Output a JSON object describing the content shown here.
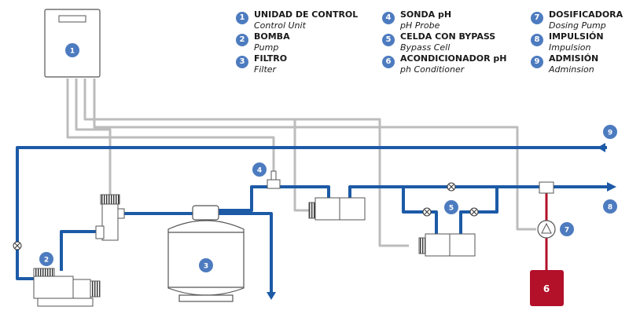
{
  "legend": {
    "col1": [
      {
        "num": "1",
        "title": "UNIDAD DE CONTROL",
        "subtitle": "Control Unit"
      },
      {
        "num": "2",
        "title": "BOMBA",
        "subtitle": "Pump"
      },
      {
        "num": "3",
        "title": "FILTRO",
        "subtitle": "Filter"
      }
    ],
    "col2": [
      {
        "num": "4",
        "title": "SONDA pH",
        "subtitle": "pH Probe"
      },
      {
        "num": "5",
        "title": "CELDA CON BYPASS",
        "subtitle": "Bypass Cell"
      },
      {
        "num": "6",
        "title": "ACONDICIONADOR pH",
        "subtitle": "ph Conditioner"
      }
    ],
    "col3": [
      {
        "num": "7",
        "title": "DOSIFICADORA",
        "subtitle": "Dosing Pump"
      },
      {
        "num": "8",
        "title": "IMPULSIÓN",
        "subtitle": "Impulsion"
      },
      {
        "num": "9",
        "title": "ADMISIÓN",
        "subtitle": "Adminsion"
      }
    ]
  },
  "diagram": {
    "badges": {
      "control_unit": "1",
      "pump": "2",
      "filter": "3",
      "probe": "4",
      "bypass_cell": "5",
      "conditioner": "6",
      "dosing_pump": "7",
      "impulsion": "8",
      "admission": "9"
    },
    "colors": {
      "water_pipe": "#1c5aa6",
      "signal_line": "#bcbcbc",
      "acid_line": "#b3102a",
      "badge": "#4d7bbf",
      "conditioner_tank": "#b3102a"
    }
  }
}
